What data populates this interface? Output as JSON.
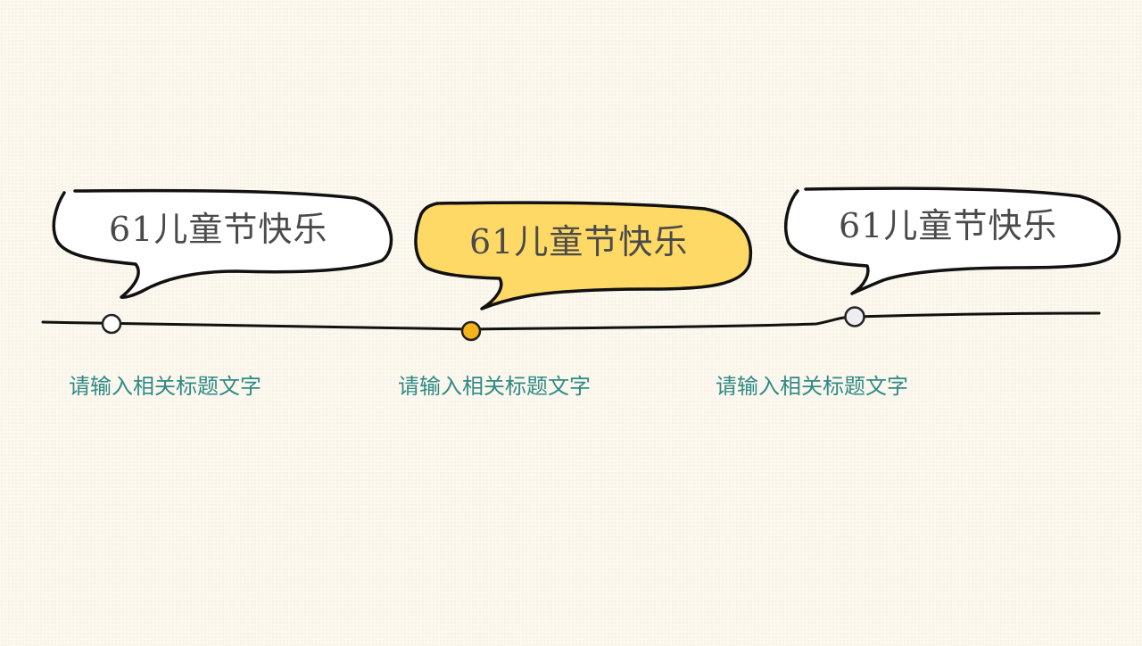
{
  "slide": {
    "colors": {
      "background": "#fcf8ef",
      "line": "#111111",
      "bubble_plain": "#ffffff",
      "bubble_highlight": "#ffd966",
      "node_highlight": "#f5b41c",
      "caption_text": "#2f8a86"
    },
    "timeline": {
      "items": [
        {
          "bubble_text": "61儿童节快乐",
          "caption": "请输入相关标题文字",
          "highlighted": false
        },
        {
          "bubble_text": "61儿童节快乐",
          "caption": "请输入相关标题文字",
          "highlighted": true
        },
        {
          "bubble_text": "61儿童节快乐",
          "caption": "请输入相关标题文字",
          "highlighted": false
        }
      ]
    }
  }
}
